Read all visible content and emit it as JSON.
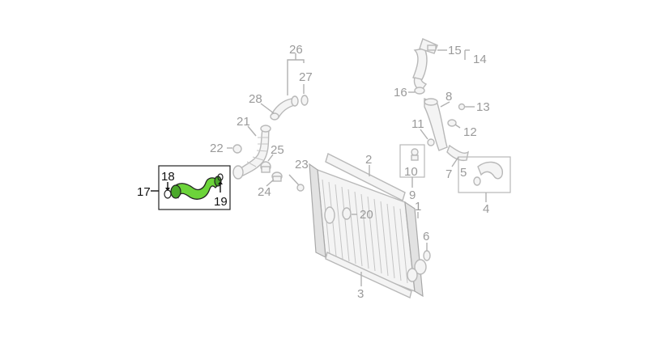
{
  "diagram": {
    "highlight_color": "#6cd43a",
    "labels": {
      "l1": "1",
      "l2": "2",
      "l3": "3",
      "l4": "4",
      "l5": "5",
      "l6": "6",
      "l7": "7",
      "l8": "8",
      "l9": "9",
      "l10": "10",
      "l11": "11",
      "l12": "12",
      "l13": "13",
      "l14": "14",
      "l15": "15",
      "l16": "16",
      "l17": "17",
      "l18": "18",
      "l19": "19",
      "l20": "20",
      "l21": "21",
      "l22": "22",
      "l23": "23",
      "l24": "24",
      "l25": "25",
      "l26": "26",
      "l27": "27",
      "l28": "28"
    }
  }
}
